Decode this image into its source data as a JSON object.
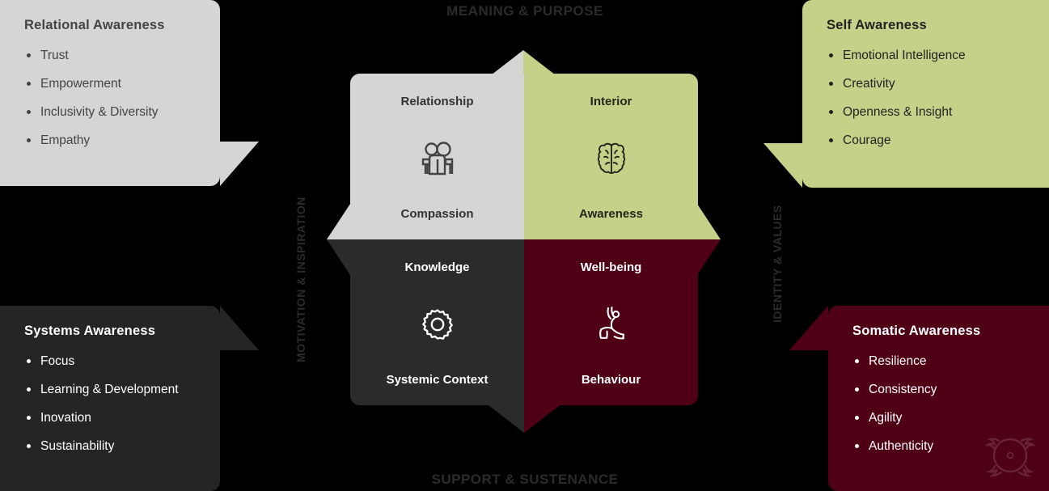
{
  "colors": {
    "gray": "#d5d5d5",
    "green": "#c5d188",
    "dark": "#2b2b2b",
    "maroon": "#4f0014",
    "background": "#000000"
  },
  "axes": {
    "top": "MEANING & PURPOSE",
    "bottom": "SUPPORT & SUSTENANCE",
    "left": "MOTIVATION & INSPIRATION",
    "right": "IDENTITY & VALUES"
  },
  "quadrants": [
    {
      "id": "relationship",
      "top_label": "Relationship",
      "icon": "people-group-icon",
      "bottom_label": "Compassion",
      "color": "#d5d5d5"
    },
    {
      "id": "interior",
      "top_label": "Interior",
      "icon": "brain-icon",
      "bottom_label": "Awareness",
      "color": "#c5d188"
    },
    {
      "id": "knowledge",
      "top_label": "Knowledge",
      "icon": "gear-icon",
      "bottom_label": "Systemic Context",
      "color": "#2b2b2b"
    },
    {
      "id": "wellbeing",
      "top_label": "Well-being",
      "icon": "yoga-pose-icon",
      "bottom_label": "Behaviour",
      "color": "#4f0014"
    }
  ],
  "cards": [
    {
      "id": "relational",
      "title": "Relational Awareness",
      "items": [
        "Trust",
        "Empowerment",
        "Inclusivity & Diversity",
        "Empathy"
      ]
    },
    {
      "id": "self",
      "title": "Self Awareness",
      "items": [
        "Emotional Intelligence",
        "Creativity",
        "Openness & Insight",
        "Courage"
      ]
    },
    {
      "id": "systems",
      "title": "Systems Awareness",
      "items": [
        "Focus",
        "Learning & Development",
        "Inovation",
        "Sustainability"
      ]
    },
    {
      "id": "somatic",
      "title": "Somatic Awareness",
      "items": [
        "Resilience",
        "Consistency",
        "Agility",
        "Authenticity"
      ]
    }
  ],
  "watermark": {
    "name": "brand-watermark-logo"
  }
}
